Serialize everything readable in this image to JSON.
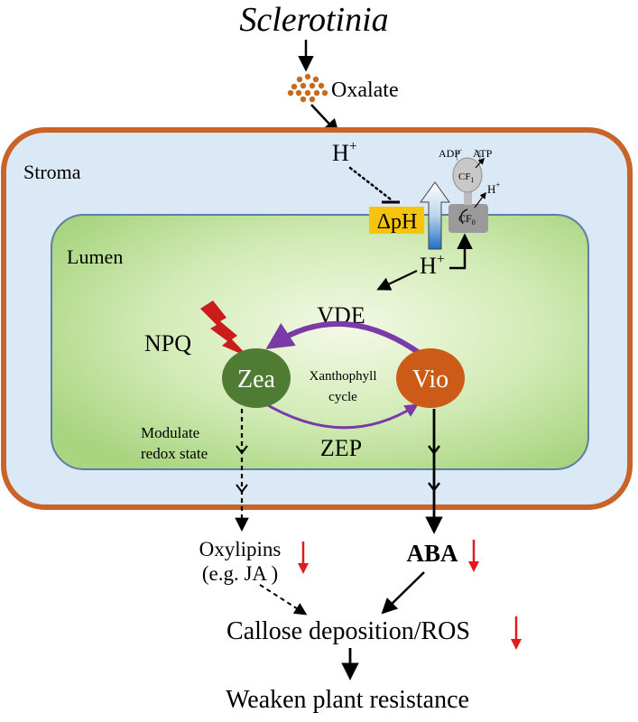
{
  "title": "Sclerotinia",
  "oxalate": "Oxalate",
  "stroma": "Stroma",
  "lumen": "Lumen",
  "h_stroma": "H",
  "h_lumen": "H",
  "h_atp": "H",
  "superscript_plus": "+",
  "delta_ph": "ΔpH",
  "adp": "ADP",
  "atp": "ATP",
  "cf_label": "CF",
  "cf1_sub": "1",
  "cf0_sub": "0",
  "vde": "VDE",
  "zep": "ZEP",
  "npq": "NPQ",
  "zea": "Zea",
  "vio": "Vio",
  "cycle_line1": "Xanthophyll",
  "cycle_line2": "cycle",
  "modulate_line1": "Modulate",
  "modulate_line2": "redox state",
  "oxylipins_line1": "Oxylipins",
  "oxylipins_line2": "(e.g. JA )",
  "aba": "ABA",
  "callose": "Callose deposition/ROS",
  "weaken": "Weaken plant resistance",
  "colors": {
    "outer_border": "#c8642a",
    "stroma_fill": "#dbe8f5",
    "lumen_fill_center": "#f3f9e6",
    "lumen_fill_edge": "#a9d581",
    "lumen_border": "#5d7fa3",
    "zea": "#4f7b33",
    "vio": "#cc5b18",
    "cycle_arrow": "#7a3aa8",
    "delta_ph_box": "#f7c40d",
    "oxalate_dots": "#c56a1e",
    "down_arrow": "#e01b1b",
    "npq_bolt": "#cc1b1b"
  }
}
